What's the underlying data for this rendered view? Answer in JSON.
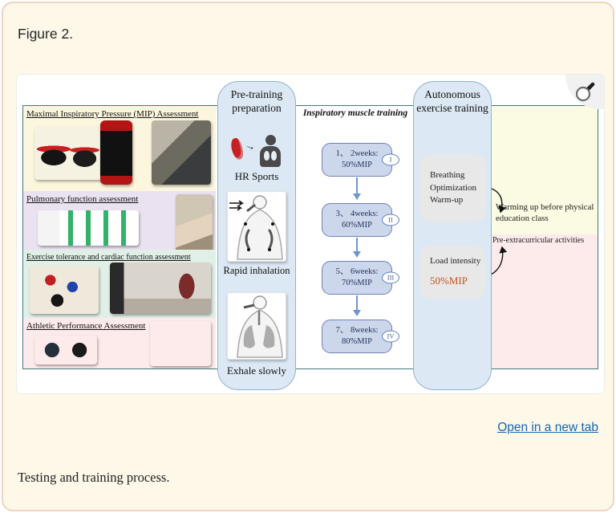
{
  "page": {
    "figure_label": "Figure 2.",
    "open_in_new_tab": "Open in a new tab",
    "caption": "Testing and training process.",
    "colors": {
      "page_bg": "#fdf8e8",
      "card_border": "#f2d3c1",
      "link_blue": "#1765b0",
      "accent_orange": "#c0531b",
      "pillar_blue": "#dce8f3",
      "step_blue": "#ccd7ec",
      "frame_teal": "#44797c"
    }
  },
  "icons": {
    "zoom_button": "magnifier-icon",
    "hr_device": "red-breathing-trainer-icon",
    "hr_person": "person-with-lungs-icon",
    "hr_arrow": "→"
  },
  "diagram": {
    "left_sections": [
      {
        "title": "Maximal Inspiratory Pressure (MIP) Assessment",
        "photos": [
          "mip-devices",
          "mip-app-phone",
          "mip-person"
        ]
      },
      {
        "title": "Pulmonary function assessment",
        "photos": [
          "spirometer-app",
          "pulmonary-test-boy"
        ]
      },
      {
        "title": "Exercise tolerance and cardiac function assessment",
        "photos": [
          "ecg-cables",
          "treadmill-test"
        ]
      },
      {
        "title": "Athletic Performance Assessment",
        "photos": [
          "stopwatches",
          "running-track"
        ]
      }
    ],
    "pretraining": {
      "title": "Pre-training preparation",
      "hr_label": "HR Sports",
      "rapid_label": "Rapid inhalation",
      "exhale_label": "Exhale slowly"
    },
    "imt": {
      "title": "Inspiratory muscle training",
      "steps": [
        {
          "line1": "1、 2weeks:",
          "line2": "50%MIP",
          "numeral": "I"
        },
        {
          "line1": "3、 4weeks:",
          "line2": "60%MIP",
          "numeral": "II"
        },
        {
          "line1": "5、 6weeks:",
          "line2": "70%MIP",
          "numeral": "III"
        },
        {
          "line1": "7、 8weeks:",
          "line2": "80%MIP",
          "numeral": "IV"
        }
      ]
    },
    "autonomous": {
      "title": "Autonomous exercise training",
      "warmup": "Breathing Optimization Warm-up",
      "load_label": "Load intensity",
      "load_value": "50%MIP"
    },
    "right_notes": [
      "Warming up before physical education class",
      "Pre-extracurricular activities"
    ]
  }
}
